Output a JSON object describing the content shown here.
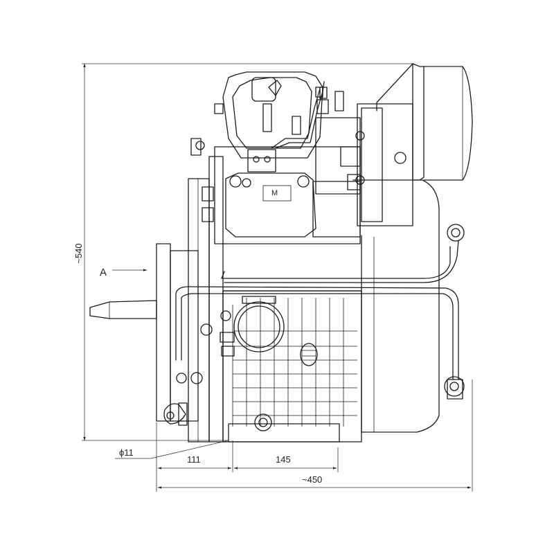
{
  "drawing": {
    "view_marker": "A",
    "dimensions": {
      "height": "~540",
      "shaft_diameter": "ϕ11",
      "offset_left": "111",
      "offset_mid": "145",
      "overall_width": "~450"
    },
    "nameplate_mark": "M"
  }
}
